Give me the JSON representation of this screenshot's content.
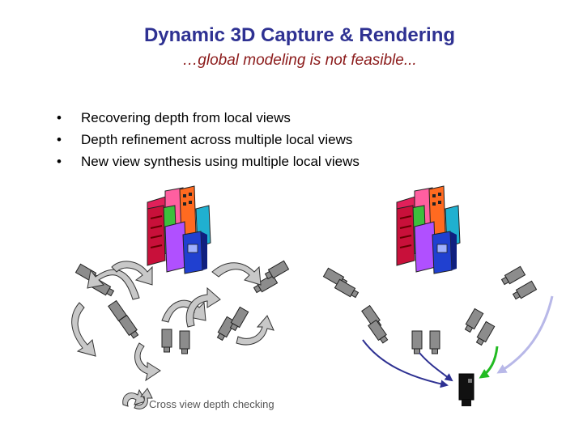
{
  "title": "Dynamic 3D Capture & Rendering",
  "subtitle": "…global modeling is not feasible...",
  "bullets": [
    "Recovering depth from local views",
    "Depth refinement across multiple local views",
    "New view synthesis using multiple local views"
  ],
  "legend": {
    "label": "Cross view  depth checking"
  },
  "colors": {
    "title": "#2e3192",
    "subtitle": "#8b1a1a",
    "camera": "#8c8c8c",
    "arrow_fill": "#c8c8c8",
    "ray_blue": "#2e3192",
    "ray_green": "#22bb22",
    "ray_lavender": "#b8b8e8"
  }
}
